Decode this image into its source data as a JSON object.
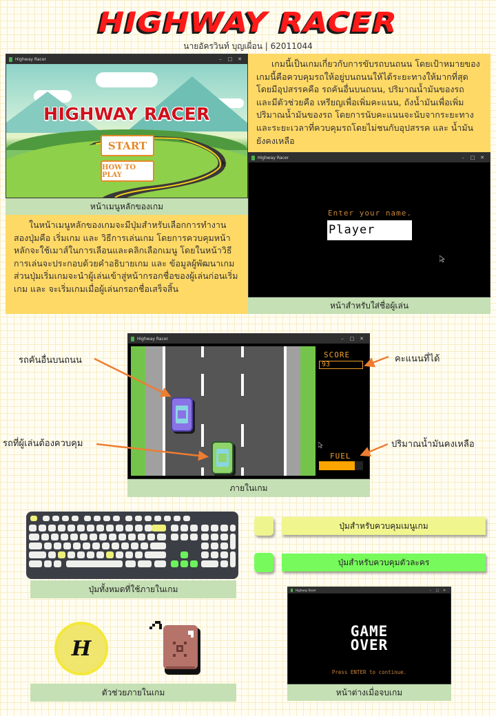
{
  "header": {
    "title": "HIGHWAY RACER",
    "author": "นายอัครวินท์ บุญเผื่อน | 62011044"
  },
  "window": {
    "app_title": "Highway Racer",
    "minimize": "–",
    "maximize": "□",
    "close": "✕"
  },
  "menu_section": {
    "game_title": "HIGHWAY RACER",
    "start_button": "START",
    "how_to_play_button": "HOW TO PLAY",
    "caption": "หน้าเมนูหลักของเกม",
    "description": "ในหน้าเมนูหลักของเกมจะมีปุ่มสำหรับเลือกการทำงานสองปุ่มคือ เริ่มเกม และ วิธีการเล่นเกม โดยการควบคุมหน้าหลักจะใช้เมาส์ในการเลือนและคลิกเลือกเมนู โดยในหน้าวิธีการเล่นจะประกอบด้วยคำอธิบายเกม และ ข้อมูลผู้พัฒนาเกม ส่วนปุ่มเริ่มเกมจะนำผู้เล่นเข้าสู่หน้ากรอกชื่อของผู้เล่นก่อนเริ่มเกม และ จะเริ่มเกมเมื่อผู้เล่นกรอกชื่อเสร็จสิ้น"
  },
  "intro": {
    "description": "เกมนี้เป็นเกมเกี่ยวกับการขับรถบนถนน โดยเป้าหมายของเกมนี้คือควบคุมรถให้อยู่บนถนนให้ได้ระยะทางให้มากที่สุด โดยมีอุปสรรคคือ รถคันอื่นบนถนน, ปริมาณน้ำมันของรถ และมีตัวช่วยคือ เหรียญเพื่อเพิ่มคะแนน, ถังน้ำมันเพื่อเพิ่มปริมาณน้ำมันของรถ โดยการนับคะแนนจะนับจากระยะทางและระยะเวลาที่ควบคุมรถโดยไม่ชนกับอุปสรรค และ น้ำมันยังคงเหลือ"
  },
  "name_section": {
    "prompt": "Enter your name.",
    "input_value": "Player",
    "caption": "หน้าสำหรับใส่ชื่อผู้เล่น"
  },
  "game_section": {
    "score_label": "SCORE",
    "score_value": "93",
    "fuel_label": "FUEL",
    "fuel_percent": 82,
    "caption": "ภายในเกม",
    "annotations": {
      "other_car": "รถคันอื่นบนถนน",
      "player_car": "รถที่ผู้เล่นต้องควบคุม",
      "score": "คะแนนที่ได้",
      "fuel": "ปริมาณน้ำมันคงเหลือ"
    },
    "colors": {
      "grass": "#74c44c",
      "shoulder": "#a0a0a0",
      "road": "#555555",
      "hud_orange": "#f0a030",
      "fuel_bar": "#ffa500"
    }
  },
  "controls_section": {
    "keyboard_caption": "ปุ่มทั้งหมดที่ใช้ภายในเกม",
    "legend": [
      {
        "label": "ปุ่มสำหรับควบคุมเมนูเกม",
        "color": "#eef58e"
      },
      {
        "label": "ปุ่มสำหรับควบคุมตัวละคร",
        "color": "#77fb5c"
      }
    ]
  },
  "helpers_section": {
    "coin_symbol": "H",
    "caption": "ตัวช่วยภายในเกม"
  },
  "gameover_section": {
    "title_line1": "GAME",
    "title_line2": "OVER",
    "prompt": "Press ENTER to continue.",
    "caption": "หน้าต่างเมื่อจบเกม"
  }
}
